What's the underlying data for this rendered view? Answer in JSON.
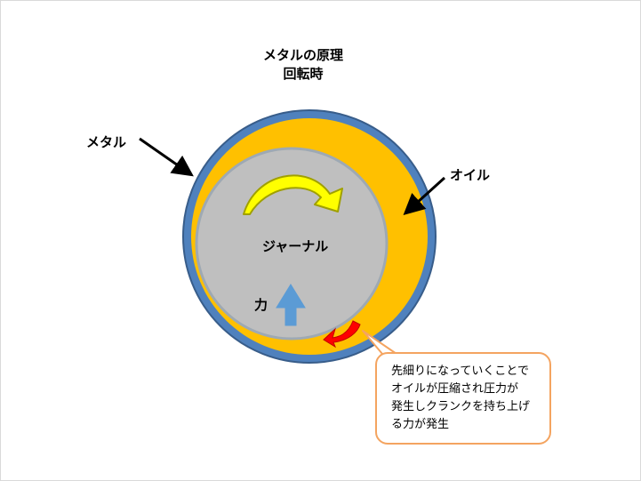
{
  "title": {
    "line1": "メタルの原理",
    "line2": "回転時"
  },
  "labels": {
    "metal": "メタル",
    "oil": "オイル",
    "journal": "ジャーナル",
    "force": "力"
  },
  "callout": {
    "line1": "先細りになっていくことで",
    "line2": "オイルが圧縮され圧力が",
    "line3": "発生しクランクを持ち上げ",
    "line4": "る力が発生"
  },
  "colors": {
    "metal": "#4f81bd",
    "oil": "#ffc000",
    "journal": "#bfbfbf",
    "rotation_arrow": "#ffff00",
    "force_arrow": "#5b9bd5",
    "wedge_arrow": "#ff0000",
    "callout_border": "#f4a460"
  },
  "icons": {
    "rotation": "curved-arrow-clockwise-icon",
    "force": "arrow-up-icon",
    "wedge": "curved-arrow-icon"
  }
}
